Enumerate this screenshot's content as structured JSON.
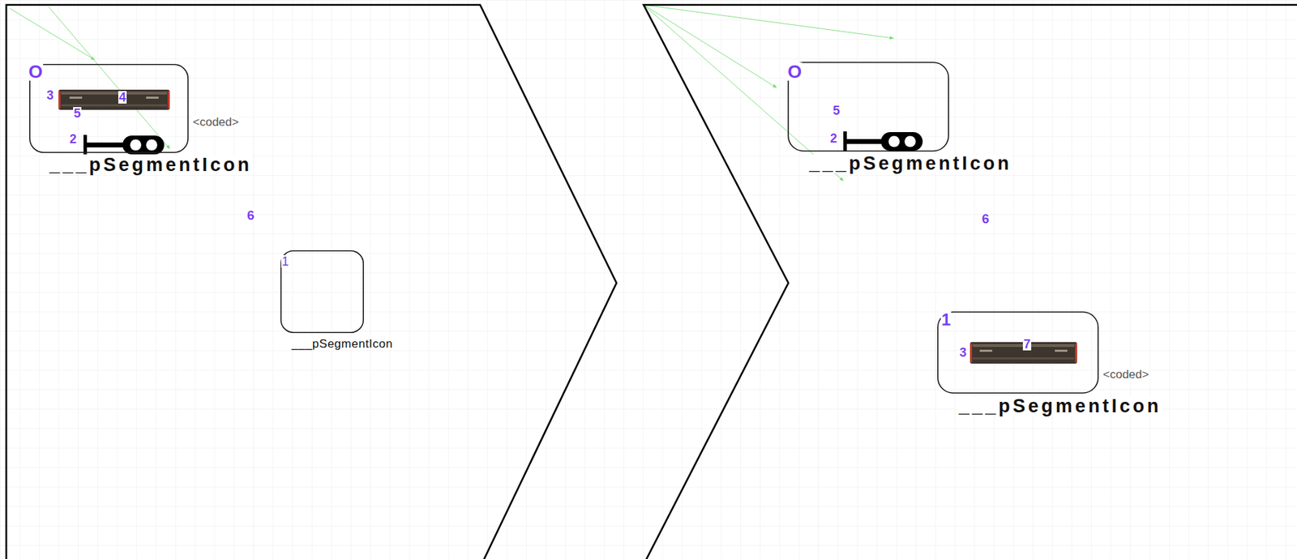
{
  "diagram": {
    "nodes": [
      {
        "text": [
          "6"
        ]
      },
      {
        "text": [
          "O",
          "3",
          "4",
          "5",
          "2",
          "<coded>",
          "___pSegmentIcon"
        ],
        "in": 0
      },
      {
        "text": [
          "1",
          "___pSegmentIcon"
        ],
        "in": 0
      },
      {
        "text": [
          "6"
        ]
      },
      {
        "text": [
          "O",
          "5",
          "2",
          "___pSegmentIcon"
        ],
        "in": 3
      },
      {
        "text": [
          "1",
          "3",
          "7",
          "<coded>",
          "___pSegmentIcon"
        ],
        "in": 3
      }
    ]
  }
}
